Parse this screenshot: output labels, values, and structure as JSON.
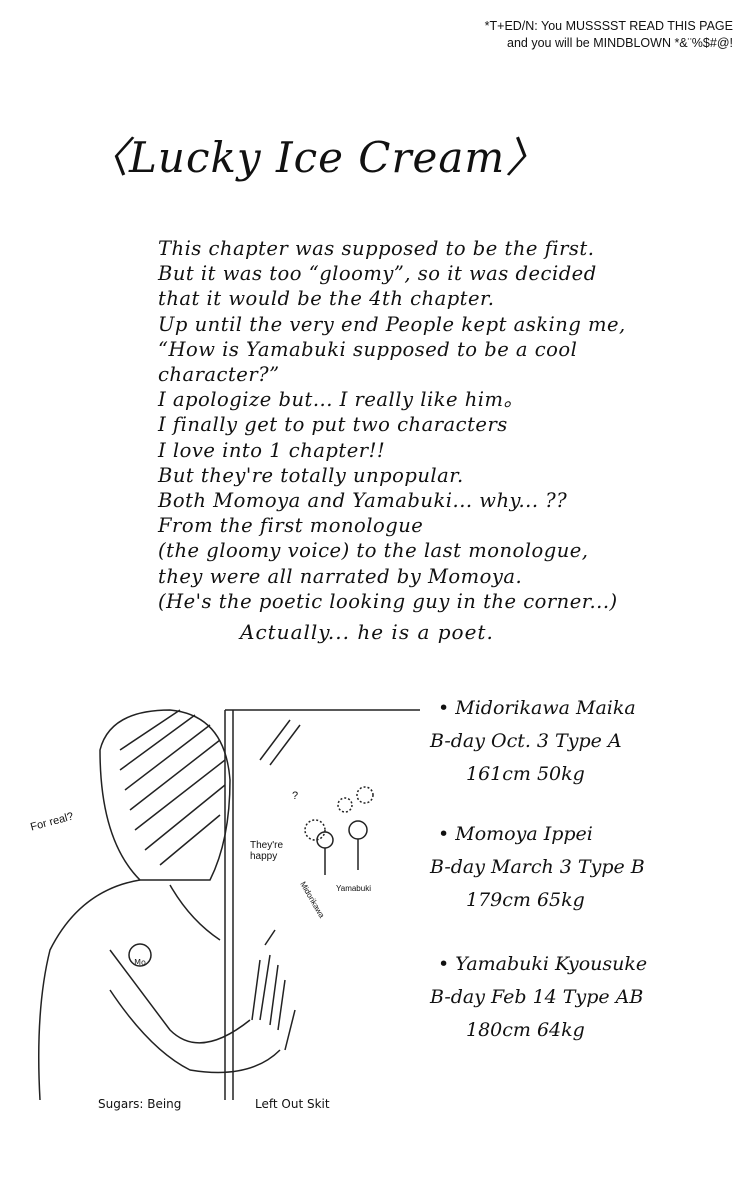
{
  "translator_note": [
    "*T+ED/N: You MUSSSST READ THIS PAGE",
    "and you will be MINDBLOWN *&¨%$#@!"
  ],
  "title": "〈Lucky Ice Cream〉",
  "body_lines": [
    "This chapter was supposed to be the first.",
    "But it was too “gloomy”, so it was decided",
    "that it would be the 4th chapter.",
    "Up until the very end People kept asking me,",
    "“How is Yamabuki supposed to be a cool",
    "character?”",
    "I apologize but... I really like him。",
    "I finally get to put two characters",
    "I love into 1 chapter!!",
    "But they're totally unpopular.",
    "Both Momoya and Yamabuki... why... ??",
    "From the first monologue",
    " (the gloomy voice) to the last monologue,",
    "they were all narrated by Momoya.",
    " (He's the poetic looking guy in the corner...)"
  ],
  "closing": "Actually... he is a poet.",
  "profiles": [
    {
      "name": "• Midorikawa Maika",
      "bday": "B-day Oct. 3   Type A",
      "stats": "161cm    50kg"
    },
    {
      "name": "•  Momoya Ippei",
      "bday": "B-day March 3  Type B",
      "stats": "179cm    65kg"
    },
    {
      "name": "• Yamabuki Kyousuke",
      "bday": "B-day Feb 14   Type AB",
      "stats": "180cm    64kg"
    }
  ],
  "illustration": {
    "for_real": "For real?",
    "theyre_happy": "They're happy",
    "q": "?",
    "midorikawa": "Midorikawa",
    "yamabuki": "Yamabuki",
    "badge": "Mo"
  },
  "caption": {
    "left": "Sugars: Being",
    "right": "Left Out Skit"
  }
}
